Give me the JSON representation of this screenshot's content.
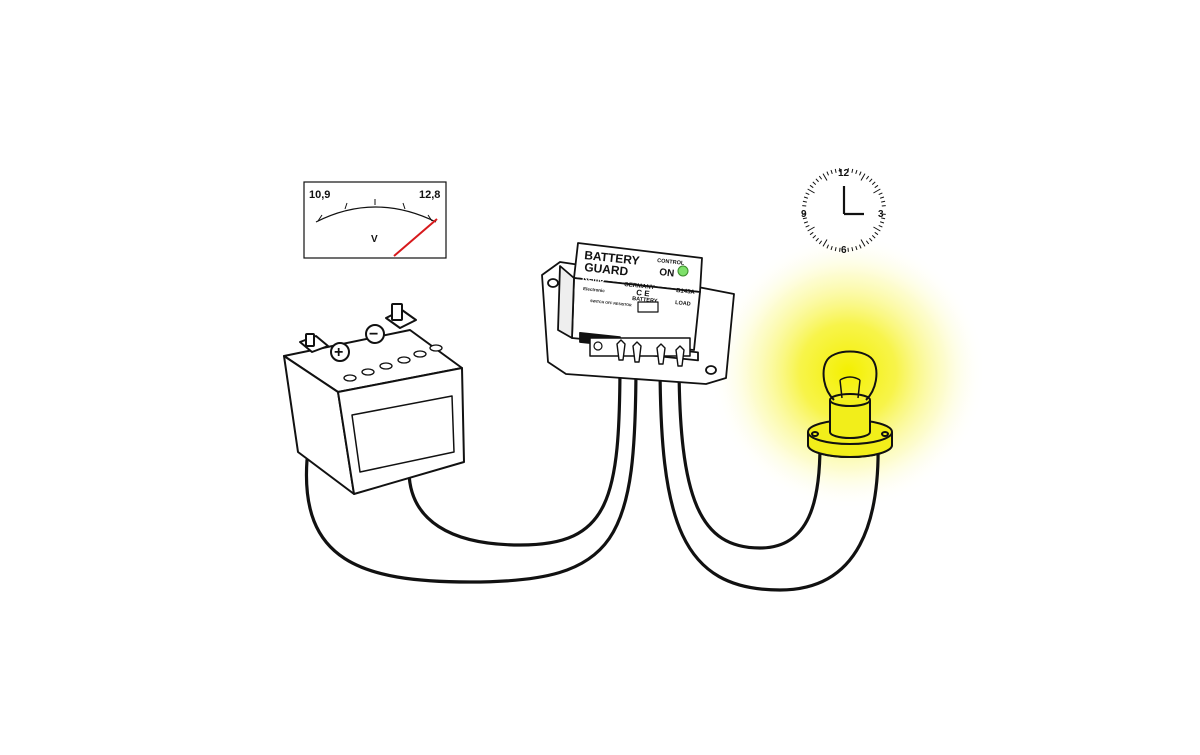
{
  "voltmeter": {
    "scale_min": "10,9",
    "scale_max": "12,8",
    "unit": "V",
    "needle_color": "#d7191c"
  },
  "battery": {
    "plus_symbol": "+",
    "minus_symbol": "−"
  },
  "guard": {
    "title_line1": "BATTERY",
    "title_line2": "GUARD",
    "control_label": "CONTROL",
    "on_label": "ON",
    "brand": "Kemo",
    "brand_sub": "Electronic",
    "country": "GERMANY",
    "model": "B145A",
    "ce_mark": "C E",
    "switch_text": "SWITCH OFF RESISTOR",
    "terminal_battery": "BATTERY",
    "terminal_load": "LOAD",
    "led_color": "#7ee06a"
  },
  "clock": {
    "n12": "12",
    "n3": "3",
    "n6": "6",
    "n9": "9"
  },
  "lamp": {
    "glow_color": "#f4f000"
  }
}
